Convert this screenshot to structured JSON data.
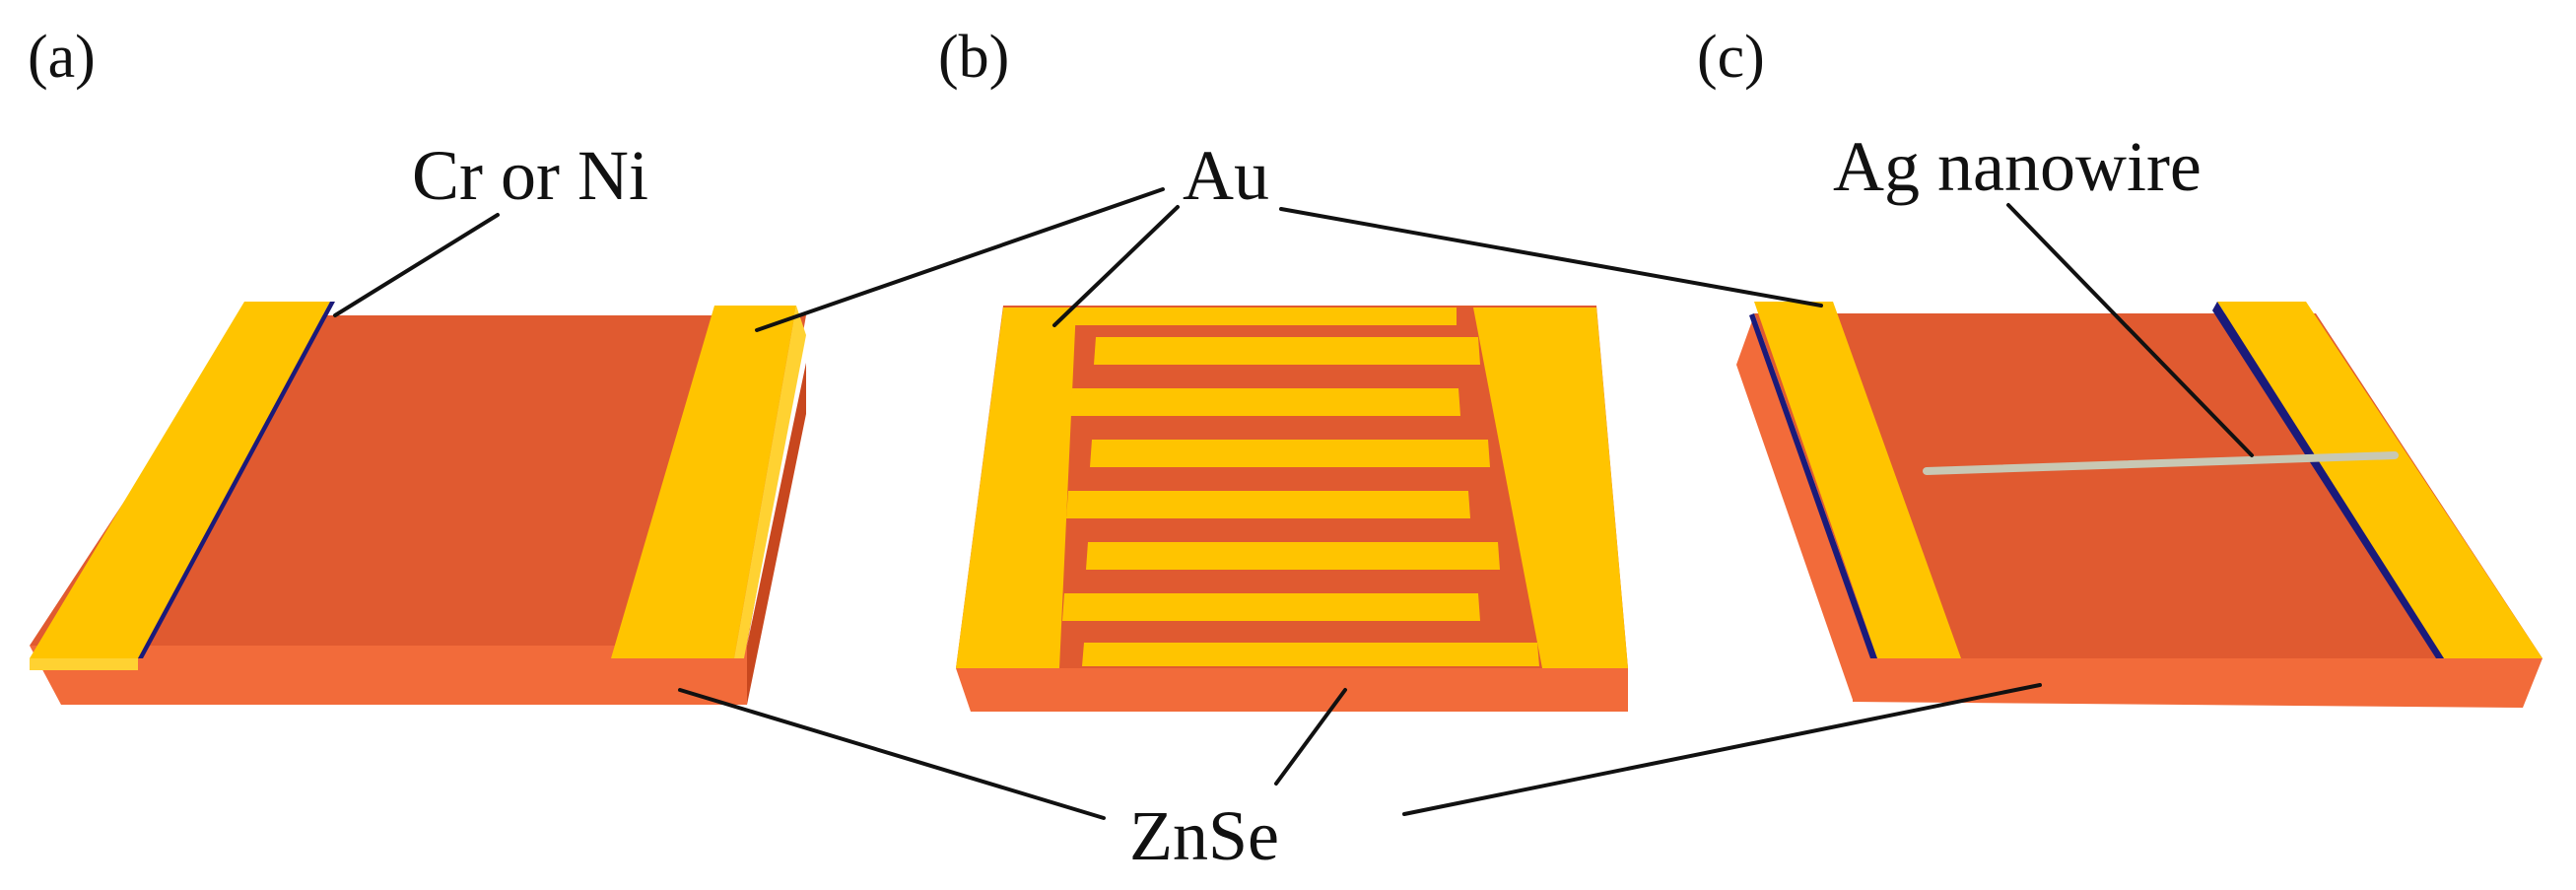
{
  "panels": {
    "a": {
      "label": "(a)"
    },
    "b": {
      "label": "(b)"
    },
    "c": {
      "label": "(c)"
    }
  },
  "labels": {
    "cr_ni": "Cr or Ni",
    "au": "Au",
    "ag_nanowire": "Ag nanowire",
    "znse": "ZnSe"
  },
  "colors": {
    "substrate_top": "#E05A30",
    "substrate_side": "#F26B3A",
    "substrate_dark_side": "#C8471E",
    "electrode_top": "#FFC400",
    "electrode_side": "#FFD232",
    "adhesion_layer": "#1A1A7A",
    "nanowire": "#C8C8B4"
  }
}
